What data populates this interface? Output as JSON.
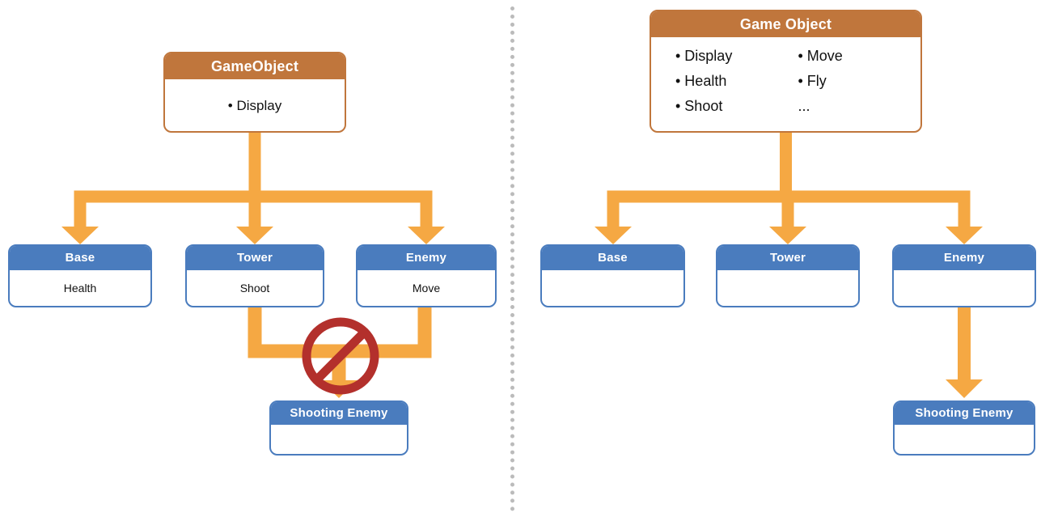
{
  "colors": {
    "orange-dark": "#C0763C",
    "blue": "#4A7CBE",
    "arrow-orange": "#F5A843",
    "prohibition-red": "#B3302C",
    "divider-gray": "#BBBBBB",
    "header-text": "#FFFFFF",
    "body-text": "#111111"
  },
  "left_diagram": {
    "root": {
      "title": "GameObject",
      "items": [
        "• Display"
      ]
    },
    "children": [
      {
        "title": "Base",
        "items": [
          "Health"
        ]
      },
      {
        "title": "Tower",
        "items": [
          "Shoot"
        ]
      },
      {
        "title": "Enemy",
        "items": [
          "Move"
        ]
      }
    ],
    "grandchild": {
      "title": "Shooting Enemy"
    },
    "annotation_icon": "no-prohibition-icon"
  },
  "right_diagram": {
    "root": {
      "title": "Game Object",
      "columns": [
        [
          "• Display",
          "• Health",
          "• Shoot"
        ],
        [
          "• Move",
          "• Fly",
          "..."
        ]
      ]
    },
    "children": [
      {
        "title": "Base"
      },
      {
        "title": "Tower"
      },
      {
        "title": "Enemy"
      }
    ],
    "grandchild": {
      "title": "Shooting Enemy"
    }
  }
}
